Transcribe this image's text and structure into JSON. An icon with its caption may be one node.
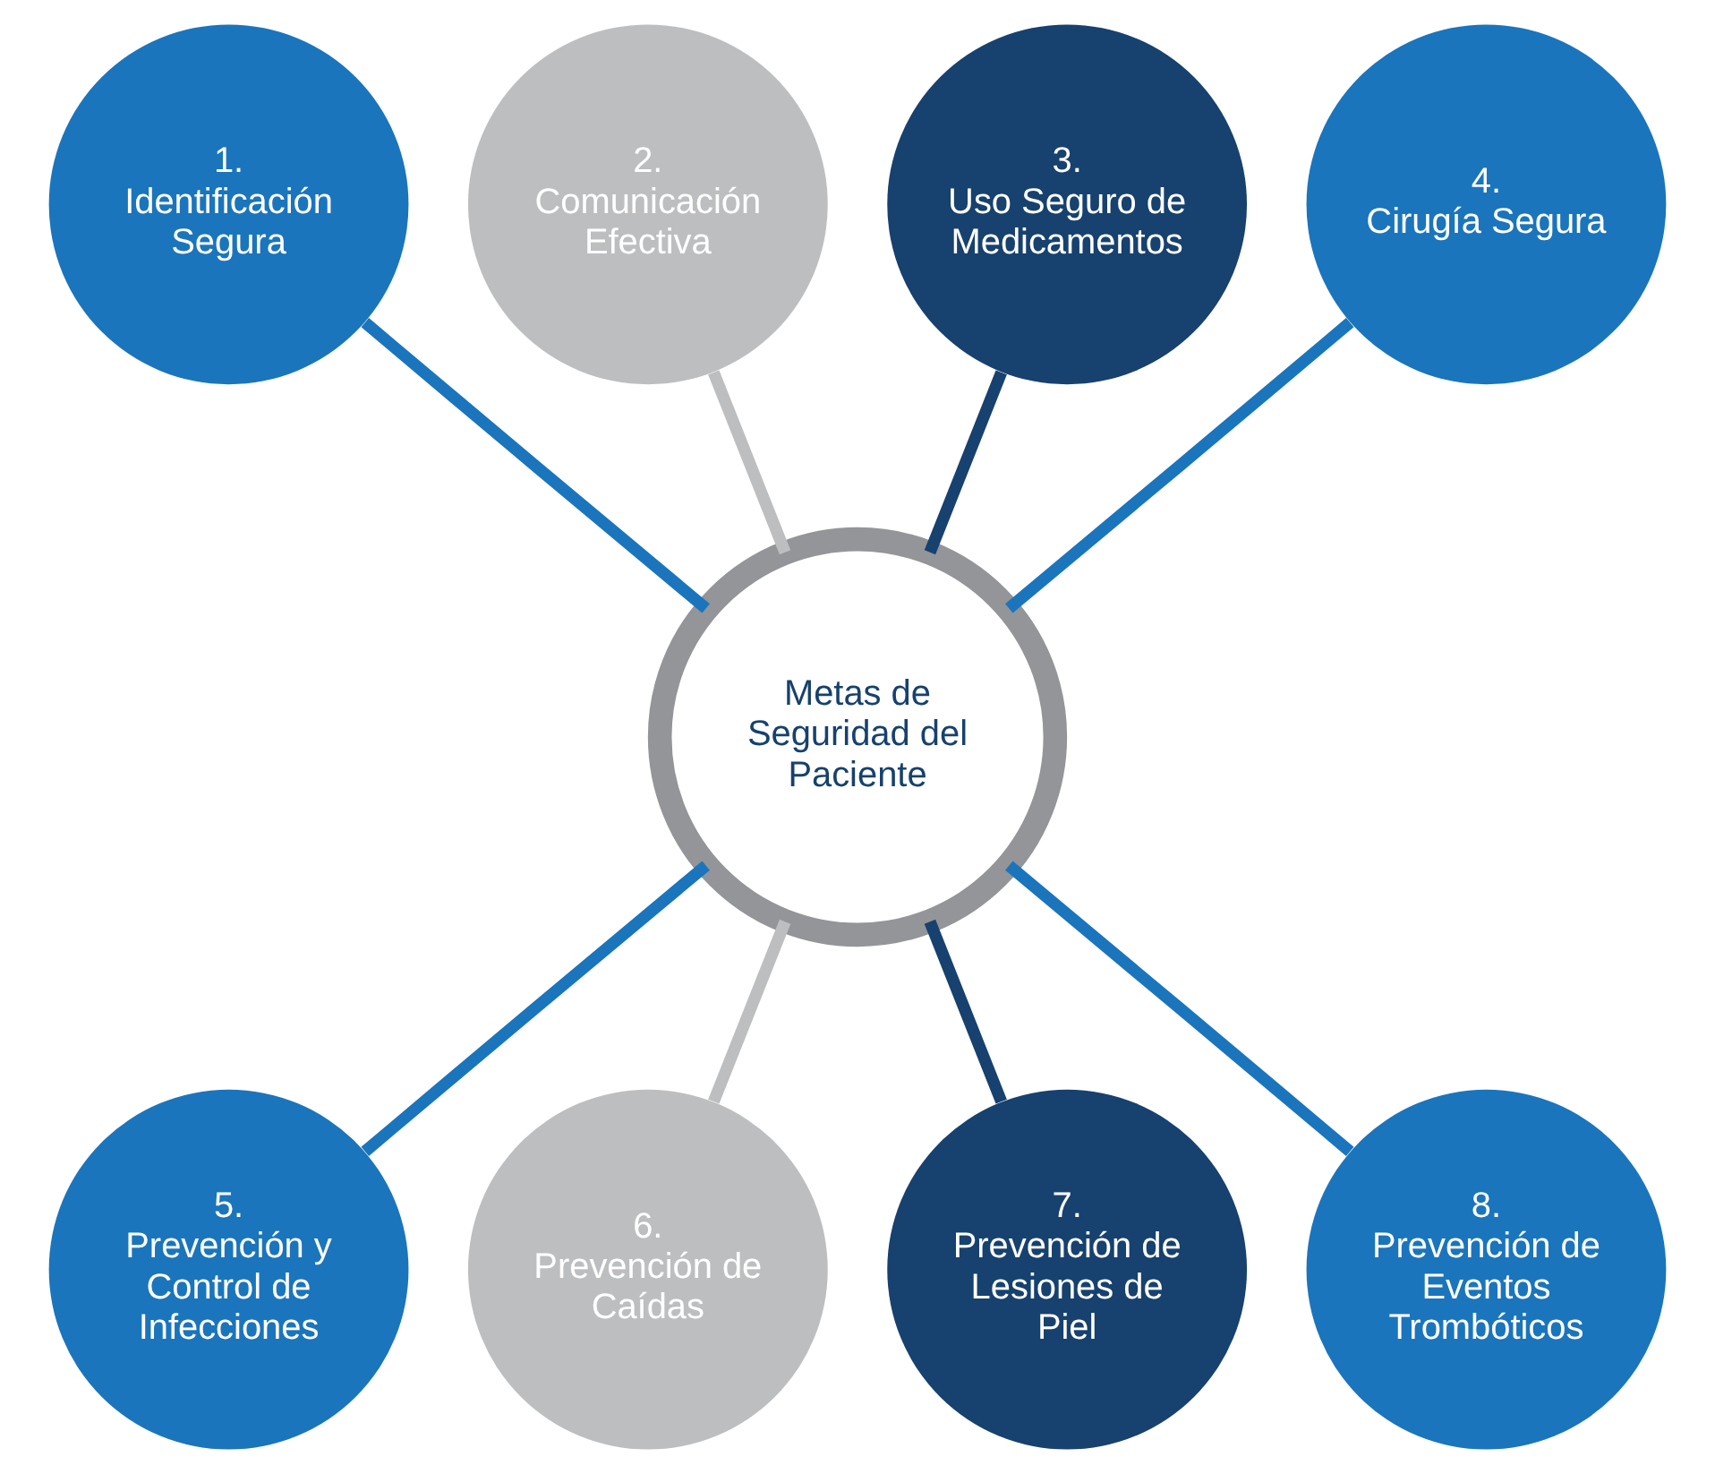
{
  "diagram": {
    "nodes": [
      {
        "text": [
          "1.",
          "Identificación Segura"
        ]
      },
      {
        "text": [
          "2.",
          "Comunicación Efectiva"
        ]
      },
      {
        "text": [
          "3.",
          "Uso Seguro de Medicamentos"
        ]
      },
      {
        "text": [
          "4.",
          "Cirugía Segura"
        ]
      },
      {
        "text": [
          "Metas de Seguridad del Paciente"
        ]
      },
      {
        "text": [
          "5.",
          "Prevención y Control de Infecciones"
        ]
      },
      {
        "text": [
          "6.",
          "Prevención de Caídas"
        ]
      },
      {
        "text": [
          "7.",
          "Prevención de Lesiones de Piel"
        ]
      },
      {
        "text": [
          "8.",
          "Prevención de Eventos Trombóticos"
        ]
      }
    ],
    "edges": [
      {
        "from": 0,
        "to": 4,
        "arrow": "none"
      },
      {
        "from": 1,
        "to": 4,
        "arrow": "none",
        "color": "#bcbec0"
      },
      {
        "from": 2,
        "to": 4,
        "arrow": "none",
        "color": "#17416e"
      },
      {
        "from": 3,
        "to": 4,
        "arrow": "none"
      },
      {
        "from": 4,
        "to": 5,
        "arrow": "none"
      },
      {
        "from": 4,
        "to": 6,
        "arrow": "none",
        "color": "#bcbec0"
      },
      {
        "from": 4,
        "to": 7,
        "arrow": "none",
        "color": "#17416e"
      },
      {
        "from": 4,
        "to": 8,
        "arrow": "none"
      }
    ]
  }
}
